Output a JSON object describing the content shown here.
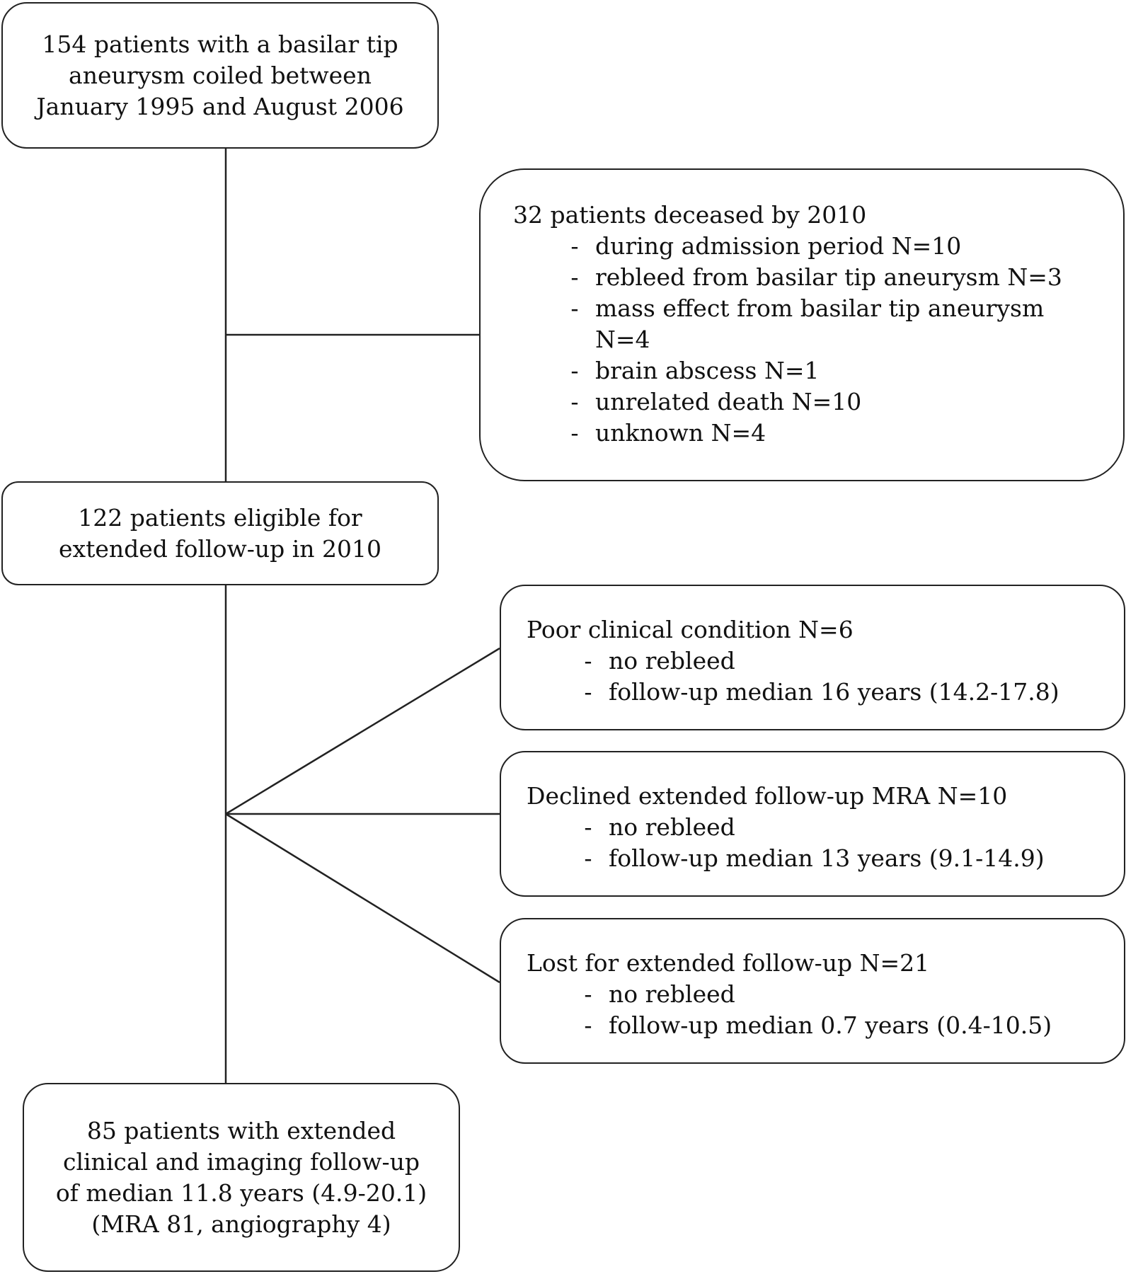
{
  "start": {
    "lines": [
      "154 patients with a basilar tip",
      "aneurysm coiled between",
      "January 1995 and August 2006"
    ]
  },
  "deceased": {
    "title": "32 patients deceased by 2010",
    "items": [
      "during admission period N=10",
      "rebleed from basilar tip aneurysm N=3",
      "mass effect from basilar tip aneurysm N=4",
      "brain abscess N=1",
      "unrelated death N=10",
      "unknown N=4"
    ]
  },
  "eligible": {
    "lines": [
      "122 patients eligible for",
      "extended follow-up in 2010"
    ]
  },
  "poor": {
    "title": "Poor clinical condition N=6",
    "items": [
      "no rebleed",
      "follow-up median 16 years (14.2-17.8)"
    ]
  },
  "declined": {
    "title": "Declined extended follow-up MRA N=10",
    "items": [
      "no rebleed",
      "follow-up median 13 years (9.1-14.9)"
    ]
  },
  "lost": {
    "title": "Lost for extended follow-up N=21",
    "items": [
      "no rebleed",
      "follow-up median 0.7 years (0.4-10.5)"
    ]
  },
  "final": {
    "lines": [
      "85 patients with extended",
      "clinical and imaging follow-up",
      "of median 11.8 years (4.9-20.1)",
      "(MRA 81, angiography 4)"
    ]
  },
  "bullet_marker": "-"
}
